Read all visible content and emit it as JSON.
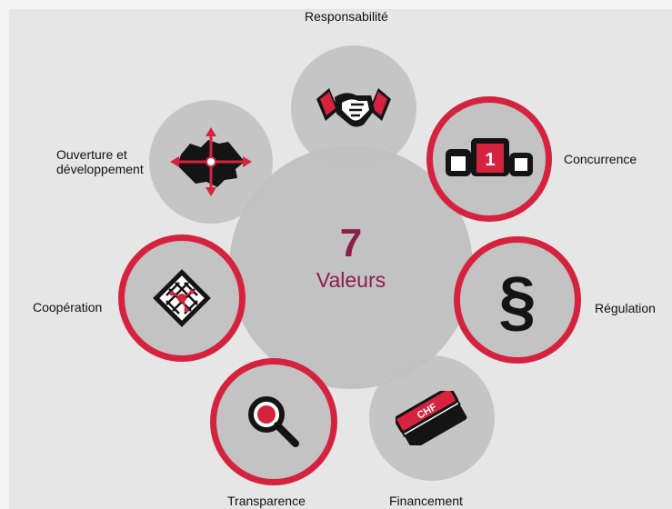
{
  "center": {
    "number": "7",
    "word": "Valeurs"
  },
  "values": [
    {
      "label": "Responsabilité",
      "icon": "handshake-icon",
      "highlighted": false
    },
    {
      "label": "Concurrence",
      "icon": "podium-icon",
      "highlighted": true
    },
    {
      "label": "Régulation",
      "icon": "paragraph-icon",
      "highlighted": true
    },
    {
      "label": "Financement",
      "icon": "chf-banknotes-icon",
      "highlighted": false
    },
    {
      "label": "Transparence",
      "icon": "magnifier-icon",
      "highlighted": true
    },
    {
      "label": "Coopération",
      "icon": "network-grid-icon",
      "highlighted": true
    },
    {
      "label_line1": "Ouverture et",
      "label_line2": "développement",
      "icon": "switzerland-arrows-icon",
      "highlighted": false
    }
  ],
  "podium_number": "1",
  "banknote_text": "CHF",
  "colors": {
    "accent": "#d5233f",
    "brand": "#8c1e4c",
    "icon_dark": "#141414"
  }
}
